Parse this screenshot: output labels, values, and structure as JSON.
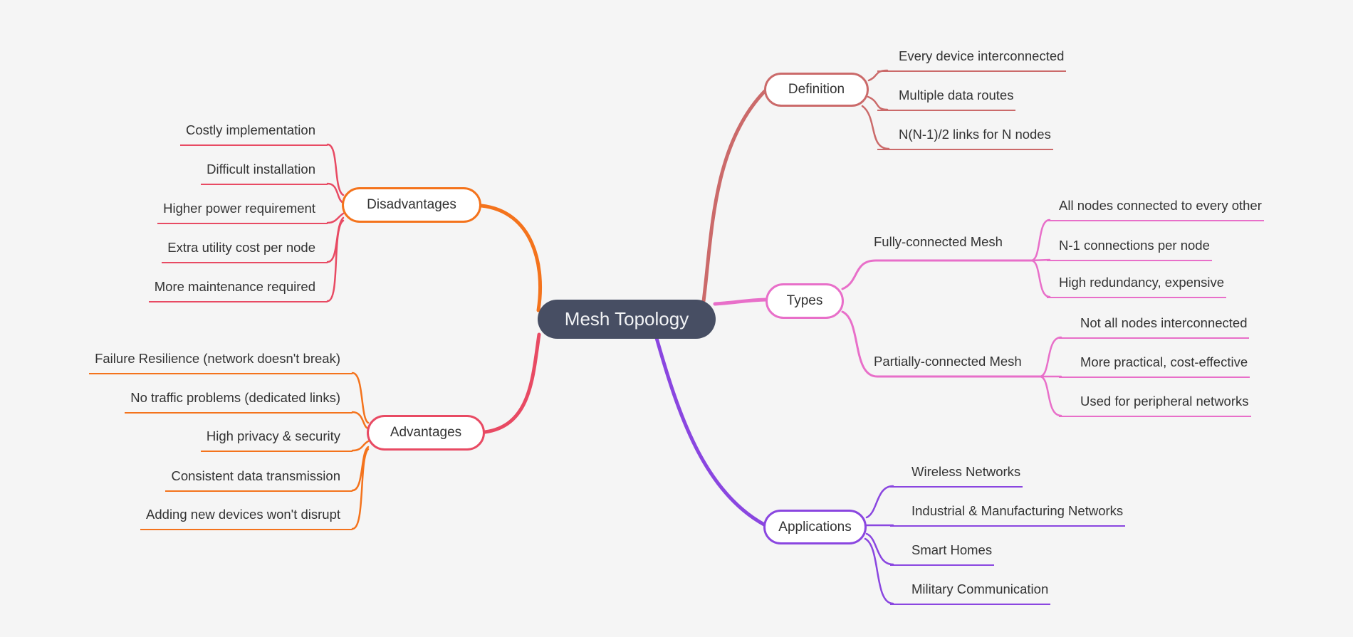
{
  "title": "Mesh Topology",
  "colors": {
    "background": "#f5f5f5",
    "root_fill": "#474e63",
    "root_text": "#f2f3f5",
    "leaf_text": "#333333",
    "definition": "#cb6a6a",
    "types": "#e86fc9",
    "applications": "#8a46e0",
    "disadvantages_node": "#f4731c",
    "disadvantages_lines": "#e84a63",
    "advantages_node": "#e84a63",
    "advantages_lines": "#f4731c"
  },
  "branches": {
    "definition": {
      "label": "Definition",
      "children": [
        "Every device interconnected",
        "Multiple data routes",
        "N(N-1)/2 links for N nodes"
      ]
    },
    "types": {
      "label": "Types",
      "subs": [
        {
          "label": "Fully-connected Mesh",
          "children": [
            "All nodes connected to every other",
            "N-1 connections per node",
            "High redundancy, expensive"
          ]
        },
        {
          "label": "Partially-connected Mesh",
          "children": [
            "Not all nodes interconnected",
            "More practical, cost-effective",
            "Used for peripheral networks"
          ]
        }
      ]
    },
    "applications": {
      "label": "Applications",
      "children": [
        "Wireless Networks",
        "Industrial & Manufacturing Networks",
        "Smart Homes",
        "Military Communication"
      ]
    },
    "disadvantages": {
      "label": "Disadvantages",
      "children": [
        "Costly implementation",
        "Difficult installation",
        "Higher power requirement",
        "Extra utility cost per node",
        "More maintenance required"
      ]
    },
    "advantages": {
      "label": "Advantages",
      "children": [
        "Failure Resilience (network doesn't break)",
        "No traffic problems (dedicated links)",
        "High privacy & security",
        "Consistent data transmission",
        "Adding new devices won't disrupt"
      ]
    }
  }
}
